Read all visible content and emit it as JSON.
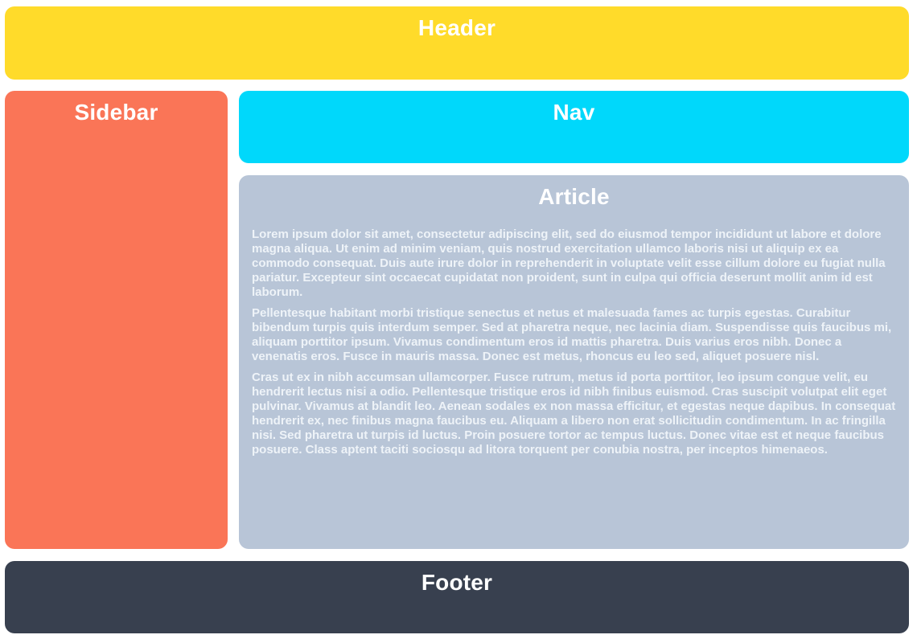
{
  "header": {
    "title": "Header"
  },
  "sidebar": {
    "title": "Sidebar"
  },
  "nav": {
    "title": "Nav"
  },
  "article": {
    "title": "Article",
    "paragraphs": [
      "Lorem ipsum dolor sit amet, consectetur adipiscing elit, sed do eiusmod tempor incididunt ut labore et dolore magna aliqua. Ut enim ad minim veniam, quis nostrud exercitation ullamco laboris nisi ut aliquip ex ea commodo consequat. Duis aute irure dolor in reprehenderit in voluptate velit esse cillum dolore eu fugiat nulla pariatur. Excepteur sint occaecat cupidatat non proident, sunt in culpa qui officia deserunt mollit anim id est laborum.",
      "Pellentesque habitant morbi tristique senectus et netus et malesuada fames ac turpis egestas. Curabitur bibendum turpis quis interdum semper. Sed at pharetra neque, nec lacinia diam. Suspendisse quis faucibus mi, aliquam porttitor ipsum. Vivamus condimentum eros id mattis pharetra. Duis varius eros nibh. Donec a venenatis eros. Fusce in mauris massa. Donec est metus, rhoncus eu leo sed, aliquet posuere nisl.",
      "Cras ut ex in nibh accumsan ullamcorper. Fusce rutrum, metus id porta porttitor, leo ipsum congue velit, eu hendrerit lectus nisi a odio. Pellentesque tristique eros id nibh finibus euismod. Cras suscipit volutpat elit eget pulvinar. Vivamus at blandit leo. Aenean sodales ex non massa efficitur, et egestas neque dapibus. In consequat hendrerit ex, nec finibus magna faucibus eu. Aliquam a libero non erat sollicitudin condimentum. In ac fringilla nisi. Sed pharetra ut turpis id luctus. Proin posuere tortor ac tempus luctus. Donec vitae est et neque faucibus posuere. Class aptent taciti sociosqu ad litora torquent per conubia nostra, per inceptos himenaeos."
    ]
  },
  "footer": {
    "title": "Footer"
  },
  "colors": {
    "page_bg": "#ffffff",
    "header_bg": "#ffdb2a",
    "sidebar_bg": "#fa7557",
    "nav_bg": "#00d8fb",
    "article_bg": "#b8c5d7",
    "footer_bg": "#38404f",
    "heading_text": "#ffffff",
    "body_text": "#eef3f8"
  }
}
